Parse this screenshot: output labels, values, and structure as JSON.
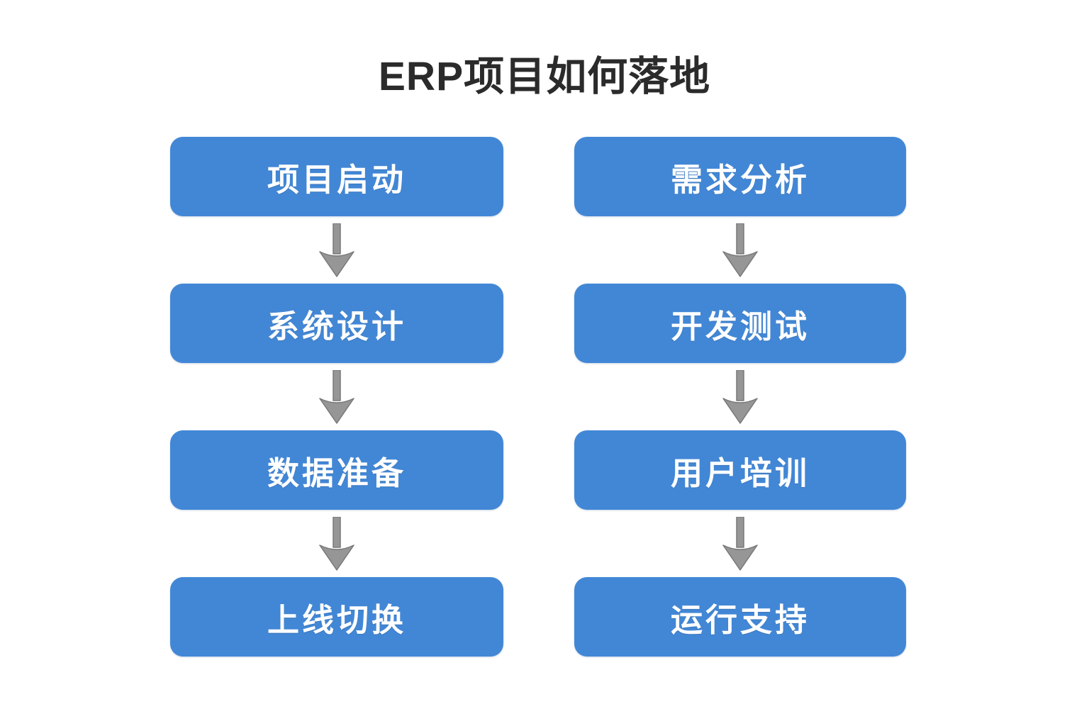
{
  "title": "ERP项目如何落地",
  "colors": {
    "background": "#ffffff",
    "box_fill": "#4287d6",
    "box_text": "#ffffff",
    "arrow_fill": "#969696",
    "arrow_stroke": "#787878",
    "title_text": "#2b2b2b"
  },
  "flowchart": {
    "type": "vertical-flow",
    "columns": [
      {
        "name": "left",
        "steps": [
          {
            "label": "项目启动"
          },
          {
            "label": "系统设计"
          },
          {
            "label": "数据准备"
          },
          {
            "label": "上线切换"
          }
        ]
      },
      {
        "name": "right",
        "steps": [
          {
            "label": "需求分析"
          },
          {
            "label": "开发测试"
          },
          {
            "label": "用户培训"
          },
          {
            "label": "运行支持"
          }
        ]
      }
    ]
  }
}
